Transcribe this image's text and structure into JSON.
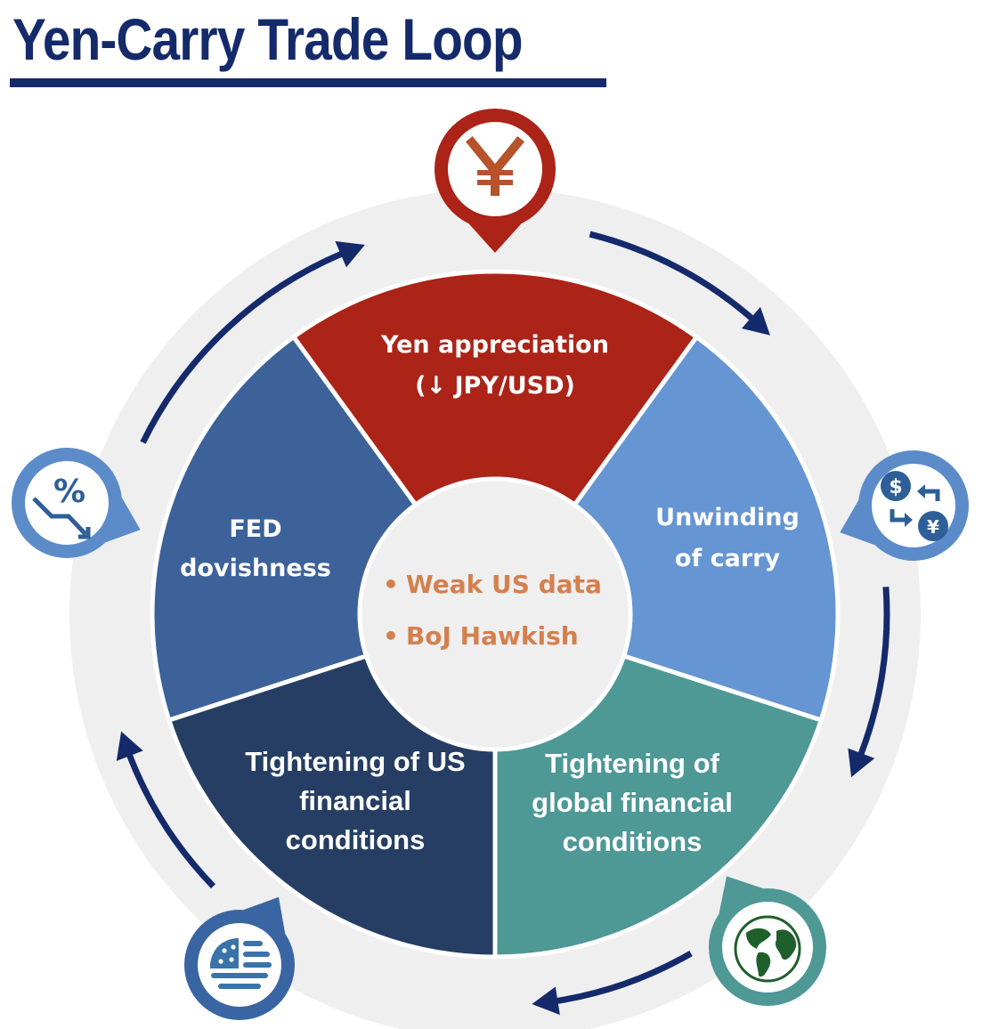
{
  "title": "Yen-Carry Trade Loop",
  "colors": {
    "title": "#142a6b",
    "ring_bg": "#efeff0",
    "arrow": "#142a6b",
    "center_text": "#d4804e",
    "center_fill": "#efeff0"
  },
  "center": {
    "bullets": [
      "Weak US data",
      "BoJ Hawkish"
    ],
    "bullet_glyph": "•"
  },
  "segments": [
    {
      "id": "yen-appreciation",
      "lines": [
        "Yen appreciation",
        "(↓ JPY/USD)"
      ],
      "color": "#ac2318",
      "icon": "yen-icon",
      "icon_color": "#ac2318",
      "glyph_color": "#b5532b"
    },
    {
      "id": "unwinding-of-carry",
      "lines": [
        "Unwinding",
        "of carry"
      ],
      "color": "#6595d2",
      "icon": "currency-exchange-icon",
      "icon_color": "#5b8cc9",
      "glyph_color": "#2e5f98"
    },
    {
      "id": "tightening-global",
      "lines": [
        "Tightening of",
        "global financial",
        "conditions"
      ],
      "color": "#4e9896",
      "icon": "globe-icon",
      "icon_color": "#4e9896",
      "glyph_color": "#1f5f2c"
    },
    {
      "id": "tightening-us",
      "lines": [
        "Tightening of US",
        "financial",
        "conditions"
      ],
      "color": "#263e63",
      "icon": "us-flag-icon",
      "icon_color": "#3a65a3",
      "glyph_color": "#3a72aa"
    },
    {
      "id": "fed-dovishness",
      "lines": [
        "FED",
        "dovishness"
      ],
      "color": "#3d6199",
      "icon": "percent-down-icon",
      "icon_color": "#5b8cc9",
      "glyph_color": "#2e5f98"
    }
  ]
}
